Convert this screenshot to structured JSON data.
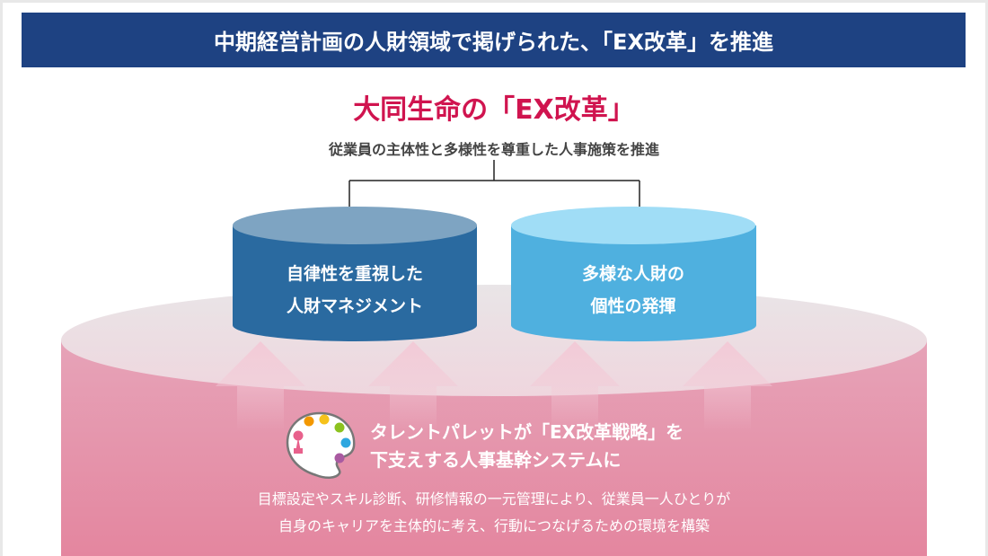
{
  "header": {
    "title": "中期経営計画の人財領域で掲げられた、「EX改革」を推進"
  },
  "main": {
    "title": "大同生命の「EX改革」",
    "subtitle": "従業員の主体性と多様性を尊重した人事施策を推進"
  },
  "pillars": [
    {
      "line1": "自律性を重視した",
      "line2": "人財マネジメント"
    },
    {
      "line1": "多様な人財の",
      "line2": "個性の発揮"
    }
  ],
  "foundation": {
    "icon": "palette-icon",
    "headline_line1": "タレントパレットが「EX改革戦略」を",
    "headline_line2": "下支えする人事基幹システムに",
    "desc_line1": "目標設定やスキル診断、研修情報の一元管理により、従業員一人ひとりが",
    "desc_line2": "自身のキャリアを主体的に考え、行動につなげるための環境を構築"
  },
  "colors": {
    "banner": "#1e4282",
    "accent": "#d0144f",
    "pillar_left": "#2a6aa0",
    "pillar_right": "#4fb0df",
    "foundation": "#e48aa6"
  }
}
